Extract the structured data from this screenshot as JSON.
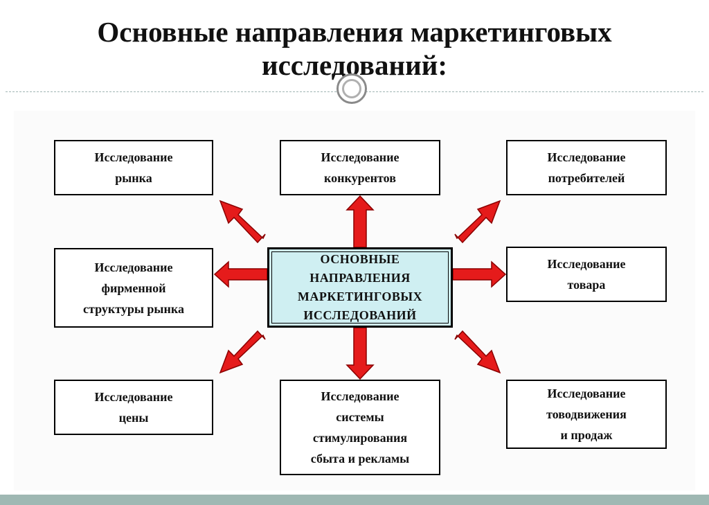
{
  "title": {
    "line1": "Основные направления маркетинговых",
    "line2": "исследований:"
  },
  "center": {
    "label": "ОСНОВНЫЕ\nНАПРАВЛЕНИЯ\nМАРКЕТИНГОВЫХ\nИССЛЕДОВАНИЙ"
  },
  "boxes": {
    "market": "Исследование\nрынка",
    "competitors": "Исследование\nконкурентов",
    "consumers": "Исследование\nпотребителей",
    "firm_structure": "Исследование\nфирменной\nструктуры рынка",
    "product": "Исследование\nтовара",
    "price": "Исследование\nцены",
    "promotion": "Исследование\nсистемы\nстимулирования\nсбыта и рекламы",
    "distribution": "Исследование\nтоводвижения\nи продаж"
  },
  "colors": {
    "arrow": "#e51b1b",
    "arrow_outline": "#8a0000",
    "center_fill": "#cfeff2",
    "bottom_bar": "#9fb8b3"
  }
}
